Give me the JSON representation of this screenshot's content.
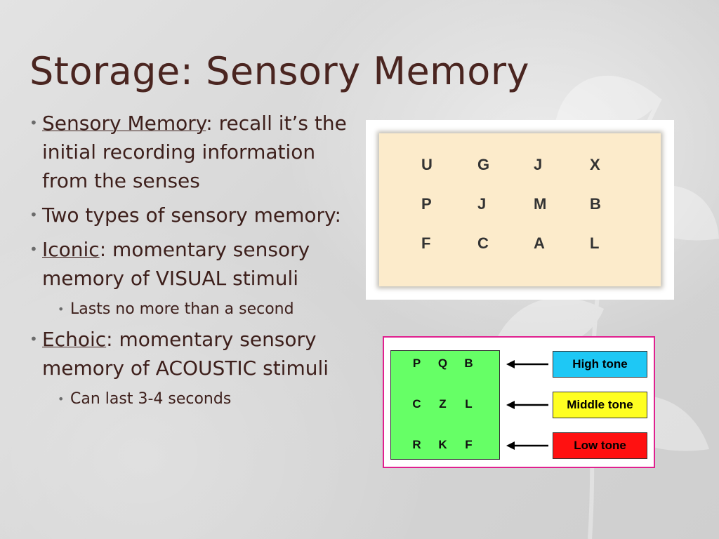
{
  "slide": {
    "title": "Storage: Sensory Memory",
    "bullets": {
      "b1_term": "Sensory Memory",
      "b1_text": ": recall it’s the initial recording information from the senses",
      "b2_text": "Two types of sensory memory:",
      "b3_term": "Iconic",
      "b3_text": ": momentary sensory memory of VISUAL stimuli",
      "b3_sub": "Lasts no more than a second",
      "b4_term": "Echoic",
      "b4_text": ": momentary sensory memory of ACOUSTIC stimuli",
      "b4_sub": "Can last 3-4 seconds"
    }
  },
  "iconic_grid": {
    "rows": [
      [
        "U",
        "G",
        "J",
        "X"
      ],
      [
        "P",
        "J",
        "M",
        "B"
      ],
      [
        "F",
        "C",
        "A",
        "L"
      ]
    ],
    "card_color": "#fcebcb"
  },
  "echoic_diagram": {
    "letter_rows": [
      [
        "P",
        "Q",
        "B"
      ],
      [
        "C",
        "Z",
        "L"
      ],
      [
        "R",
        "K",
        "F"
      ]
    ],
    "tones": [
      {
        "label": "High tone",
        "color": "#1ec8f5"
      },
      {
        "label": "Middle tone",
        "color": "#ffff22"
      },
      {
        "label": "Low tone",
        "color": "#ff1111"
      }
    ],
    "box_color": "#66ff66",
    "frame_color": "#e0208f"
  },
  "colors": {
    "title": "#4a2520",
    "body_text": "#3d1f1b"
  }
}
